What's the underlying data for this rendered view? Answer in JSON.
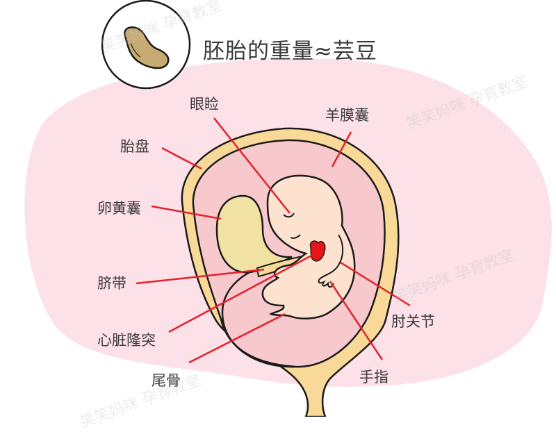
{
  "title": "胚胎的重量≈芸豆",
  "comparison_icon": "kidney-bean-icon",
  "labels": {
    "eyelid": "眼睑",
    "amniotic_sac": "羊膜囊",
    "placenta": "胎盘",
    "yolk_sac": "卵黄囊",
    "umbilical_cord": "脐带",
    "heart_bulge": "心脏隆突",
    "tailbone": "尾骨",
    "elbow_joint": "肘关节",
    "fingers": "手指"
  },
  "watermarks": [
    "笑笑妈咪 孕育教室",
    "笑笑妈咪 孕育教室",
    "笑笑妈咪 孕育教室",
    "笑笑妈咪 孕育教室"
  ],
  "colors": {
    "background_blob": "#fce1e8",
    "placenta": "#f9d998",
    "amniotic_fluid": "#f7c9cc",
    "embryo": "#fde3cf",
    "yolk_sac": "#f1e2a4",
    "heart": "#e8141c",
    "pointer_line": "#e5202a",
    "bean": "#c8ab72",
    "text": "#3a3a3a"
  }
}
